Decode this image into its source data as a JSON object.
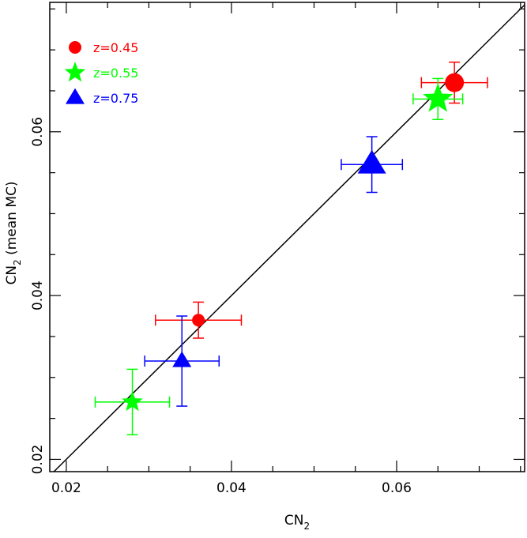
{
  "chart_data": {
    "type": "scatter",
    "title": "",
    "xlabel": "CN",
    "xlabel_sub": "2",
    "ylabel": "CN",
    "ylabel_sub": "2",
    "ylabel_suffix": " (mean MC)",
    "xlim": [
      0.018,
      0.0755
    ],
    "ylim": [
      0.0185,
      0.0758
    ],
    "xticks": [
      0.02,
      0.04,
      0.06
    ],
    "xtick_labels": [
      "0.02",
      "0.04",
      "0.06"
    ],
    "yticks": [
      0.02,
      0.04,
      0.06
    ],
    "ytick_labels": [
      "0.02",
      "0.04",
      "0.06"
    ],
    "minor_tick_step": 0.005,
    "grid": false,
    "legend_position": "top-left",
    "reference_line": "y = x",
    "series": [
      {
        "name": "z=0.45",
        "marker": "circle",
        "color": "#ff0000",
        "points": [
          {
            "x": 0.036,
            "y": 0.037,
            "xerr": 0.0052,
            "yerr": 0.0022,
            "size": "small"
          },
          {
            "x": 0.067,
            "y": 0.066,
            "xerr": 0.004,
            "yerr": 0.0025,
            "size": "large"
          }
        ]
      },
      {
        "name": "z=0.55",
        "marker": "star",
        "color": "#00ff00",
        "points": [
          {
            "x": 0.028,
            "y": 0.027,
            "xerr": 0.0045,
            "yerr": 0.004,
            "size": "small"
          },
          {
            "x": 0.065,
            "y": 0.064,
            "xerr": 0.003,
            "yerr": 0.0025,
            "size": "large"
          }
        ]
      },
      {
        "name": "z=0.75",
        "marker": "triangle",
        "color": "#0000ff",
        "points": [
          {
            "x": 0.034,
            "y": 0.032,
            "xerr": 0.0045,
            "yerr": 0.0055,
            "size": "small"
          },
          {
            "x": 0.057,
            "y": 0.056,
            "xerr": 0.0037,
            "yerr": 0.0034,
            "size": "large"
          }
        ]
      }
    ]
  }
}
